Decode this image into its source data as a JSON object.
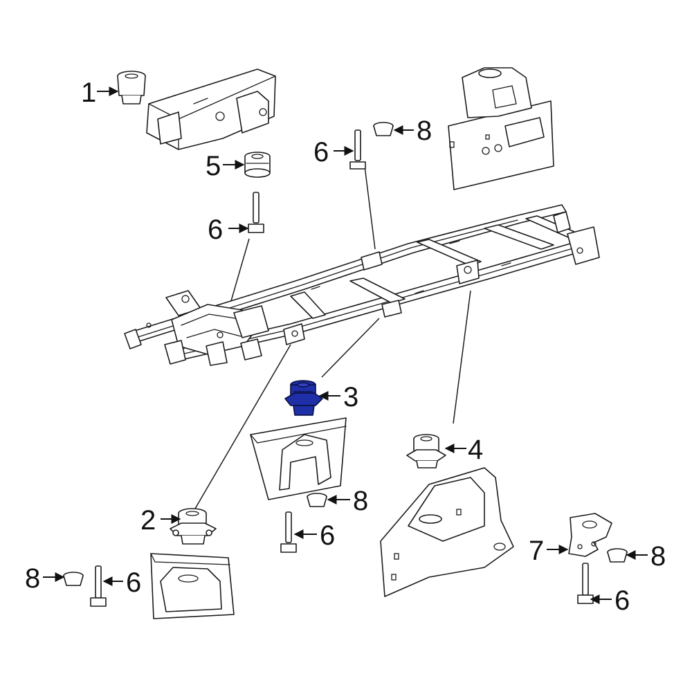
{
  "diagram": {
    "highlight_color": "#1f2fa8",
    "line_color": "#1a1a1a",
    "background": "#ffffff",
    "callouts": {
      "c1": "1",
      "c2": "2",
      "c3": "3",
      "c4": "4",
      "c5": "5",
      "c6a": "6",
      "c6b": "6",
      "c6c": "6",
      "c6d": "6",
      "c6e": "6",
      "c7": "7",
      "c8a": "8",
      "c8b": "8",
      "c8c": "8",
      "c8d": "8"
    },
    "highlighted_part": "3"
  }
}
